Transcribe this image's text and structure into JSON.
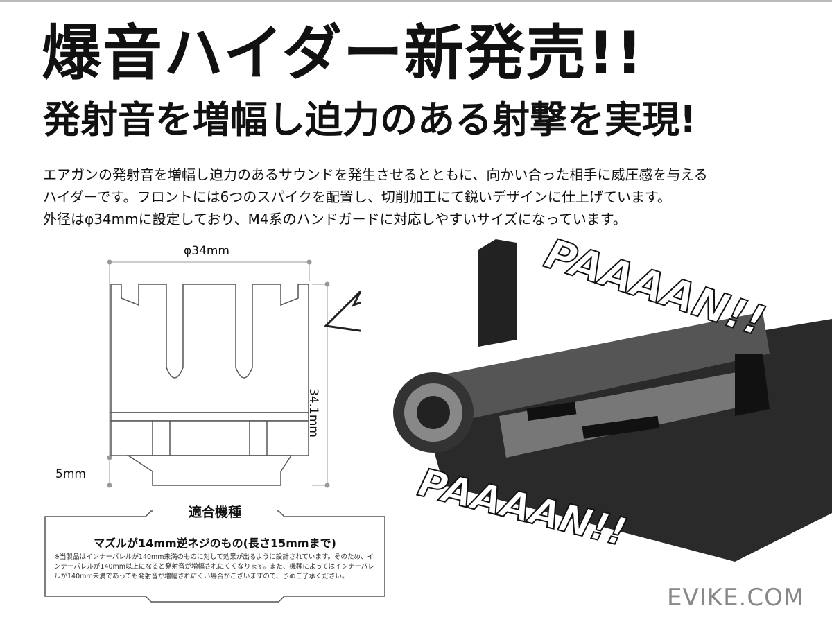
{
  "headline": "爆音ハイダー新発売!!",
  "subheadline": "発射音を増幅し迫力のある射撃を実現!",
  "description": [
    "エアガンの発射音を増幅し迫力のあるサウンドを発生させるとともに、向かい合った相手に威圧感を与える",
    "ハイダーです。フロントには6つのスパイクを配置し、切削加工にて鋭いデザインに仕上げています。",
    "外径はφ34mmに設定しており、M4系のハンドガードに対応しやすいサイズになっています。"
  ],
  "dimensions": {
    "diameter": "φ34mm",
    "length": "34.1mm",
    "thread": "5mm"
  },
  "compatibility": {
    "title": "適合機種",
    "main": "マズルが14mm逆ネジのもの(長さ15mmまで)",
    "note": "※当製品はインナーバレルが140mm未満のものに対して効果が出るように設計されています。そのため、インナーバレルが140mm以上になると発射音が増幅されにくくなります。また、機種によってはインナーバレルが140mm未満であっても発射音が増幅されにくい場合がございますので、予めご了承ください。"
  },
  "sound_effects": [
    "PAAAAN!!",
    "PAAAAN!!"
  ],
  "watermark": "EVIKE.COM"
}
